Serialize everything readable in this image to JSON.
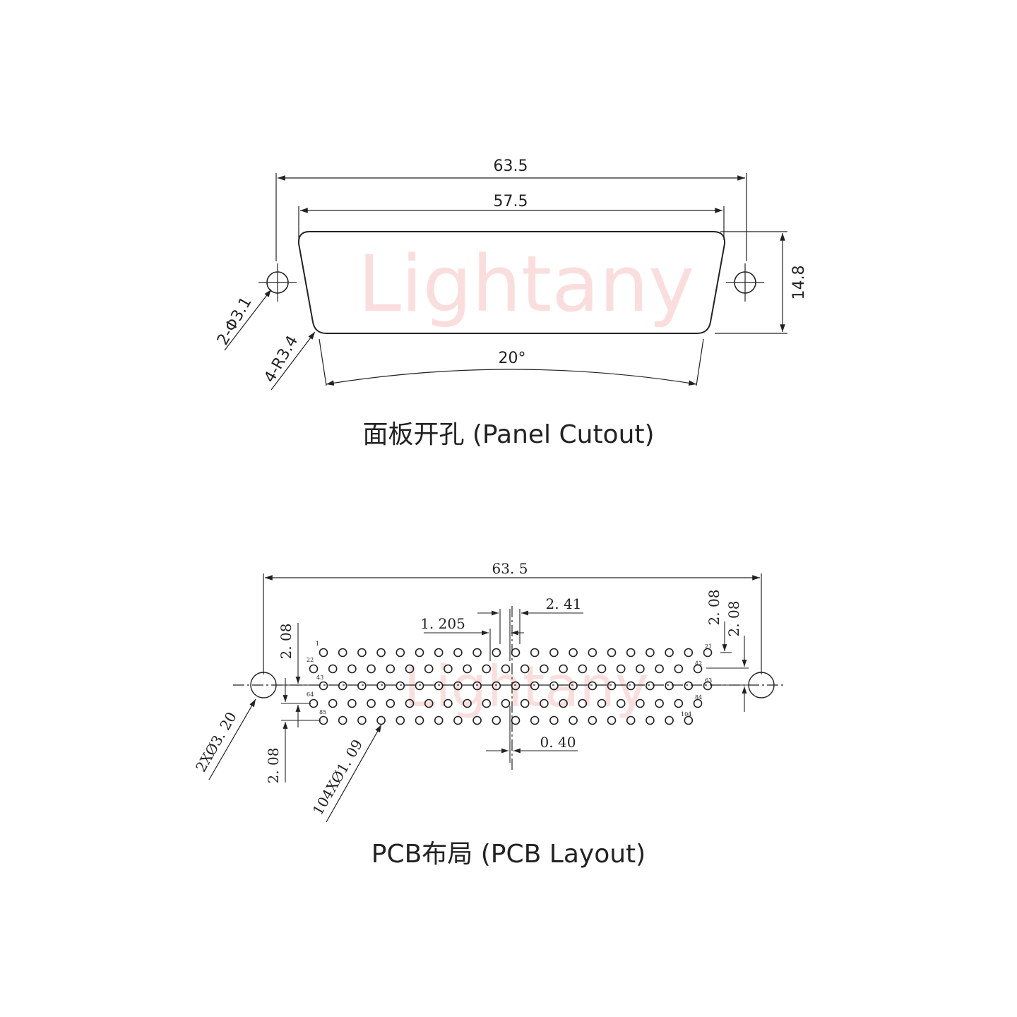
{
  "panel_cutout": {
    "dim_overall": "63.5",
    "dim_inner": "57.5",
    "dim_height": "14.8",
    "dim_angle": "20°",
    "dim_holes": "2-Φ3.1",
    "dim_radius": "4-R3.4",
    "caption": "面板开孔 (Panel Cutout)"
  },
  "pcb_layout": {
    "dim_overall": "63. 5",
    "dim_pitch_x": "2. 41",
    "dim_half_pitch": "1. 205",
    "dim_offset": "0. 40",
    "dim_row_left_top": "2. 08",
    "dim_row_left_bottom": "2. 08",
    "dim_row_right_1": "2. 08",
    "dim_row_right_2": "2. 08",
    "dim_mount_holes": "2XØ3. 20",
    "dim_pin_holes": "104XØ1. 09",
    "pin_labels": {
      "p1": "1",
      "p21": "21",
      "p22": "22",
      "p42": "42",
      "p43": "43",
      "p63": "63",
      "p64": "64",
      "p84": "84",
      "p85": "85",
      "p104": "104"
    },
    "caption": "PCB布局 (PCB Layout)"
  },
  "watermark": "Lightany",
  "colors": {
    "line": "#222222",
    "watermark": "#f6b8b8"
  }
}
